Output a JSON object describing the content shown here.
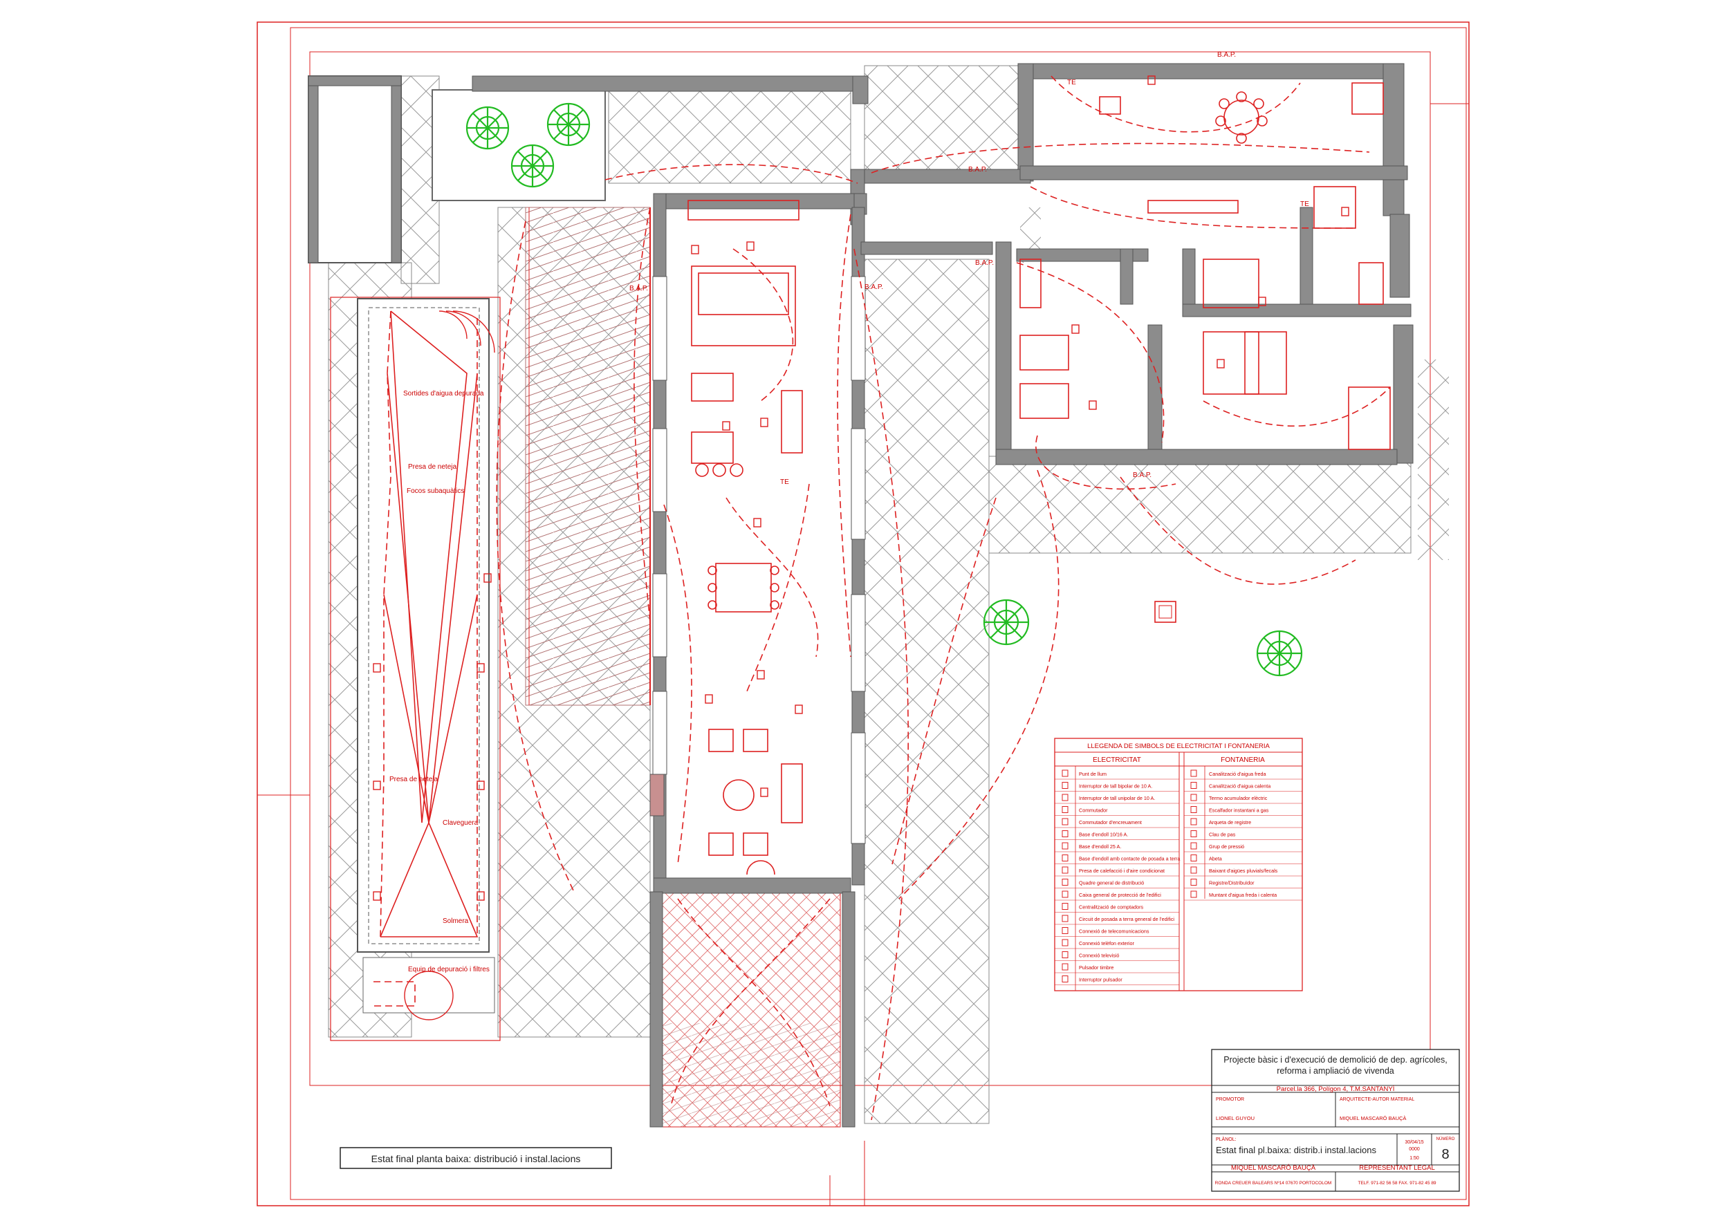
{
  "sheet_title": "Estat final planta baixa: distribució i instal.lacions",
  "pool_labels": [
    {
      "text": "Sortides d'aigua depurada"
    },
    {
      "text": "Presa de neteja"
    },
    {
      "text": "Focos subaquàtics"
    },
    {
      "text": "Presa de neteja"
    },
    {
      "text": "Claveguera"
    },
    {
      "text": "Solmera"
    },
    {
      "text": "Equip de depuració i filtres"
    }
  ],
  "plan_marks": {
    "bap": "B.A.P.",
    "te": "TE"
  },
  "legend": {
    "title": "LLEGENDA DE SIMBOLS DE ELECTRICITAT I FONTANERIA",
    "col_elec": "ELECTRICITAT",
    "col_font": "FONTANERIA",
    "elec_items": [
      "Punt de llum",
      "Interruptor de tall bipolar de 10 A.",
      "Interruptor de tall unipolar de 10 A.",
      "Commutador",
      "Commutador d'encreuament",
      "Base d'endoll 10/16 A.",
      "Base d'endoll 25 A.",
      "Base d'endoll amb contacte de posada a terra",
      "Presa de calefacció i d'aire condicionat",
      "Quadre general de distribució",
      "Caixa general de protecció de l'edifici",
      "Centralització de comptadors",
      "Circuit de posada a terra general de l'edifici",
      "Connexió de telecomunicacions",
      "Connexió telèfon exterior",
      "Connexió televisió",
      "Pulsador timbre",
      "Interruptor pulsador"
    ],
    "font_items": [
      "Canalització d'aigua freda",
      "Canalització d'aigua calenta",
      "Termo acumulador elèctric",
      "Escalfador instantani a gas",
      "Arqueta de registre",
      "Clau de pas",
      "Grup de pressió",
      "Abeta",
      "Baixant d'aigües pluvials/fecals",
      "Registre/Distribuïdor",
      "Muntant d'aigua freda i calenta"
    ]
  },
  "title_block": {
    "project": "Projecte bàsic i d'execució de demolició de dep. agrícoles,",
    "project_line2": "reforma i ampliació de vivenda",
    "location": "Parcel.la 366, Polígon 4, T.M.SANTANYÍ",
    "promotor_label": "PROMOTOR",
    "promotor": "LIONEL GUYOU",
    "arq_label": "ARQUITECTE-AUTOR MATERIAL",
    "arq": "MIQUEL MASCARÓ BAUÇÀ",
    "plano_label": "PLÀNOL:",
    "plano": "Estat final pl.baixa: distrib.i instal.lacions",
    "date": "30/04/15",
    "ref": "0000",
    "scale": "1:50",
    "num_label": "NÚMERO",
    "num": "8",
    "firm": "MIQUEL MASCARÓ BAUÇÀ",
    "rep": "REPRESENTANT LEGAL",
    "address": "RONDA CREUER BALEARS Nº14     07670 PORTOCOLOM",
    "phone": "TELF. 971-82 56 58    FAX. 971-82 45 89"
  }
}
